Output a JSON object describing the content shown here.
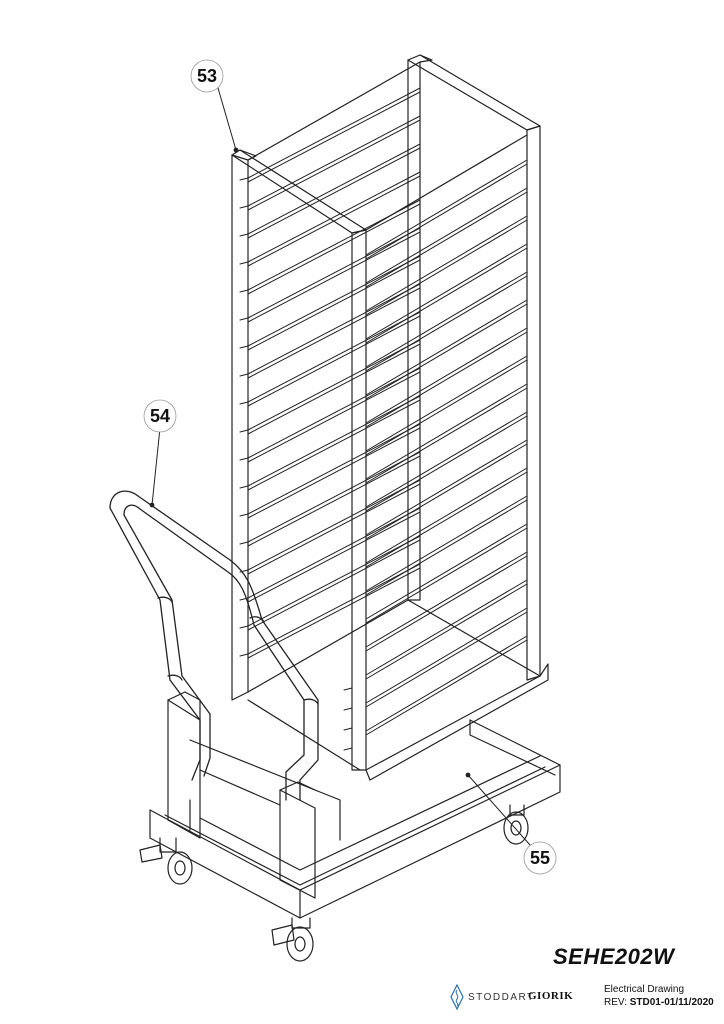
{
  "callouts": [
    {
      "id": "53",
      "label": "53"
    },
    {
      "id": "54",
      "label": "54"
    },
    {
      "id": "55",
      "label": "55"
    }
  ],
  "title_block": {
    "model": "SEHE202W",
    "drawing_type": "Electrical Drawing",
    "rev_label": "REV:",
    "rev_value": "STD01-01/11/2020"
  },
  "brands": {
    "stoddart": "STODDART",
    "giorik": "GIORIK"
  },
  "colors": {
    "line": "#222222",
    "paper": "#ffffff"
  }
}
